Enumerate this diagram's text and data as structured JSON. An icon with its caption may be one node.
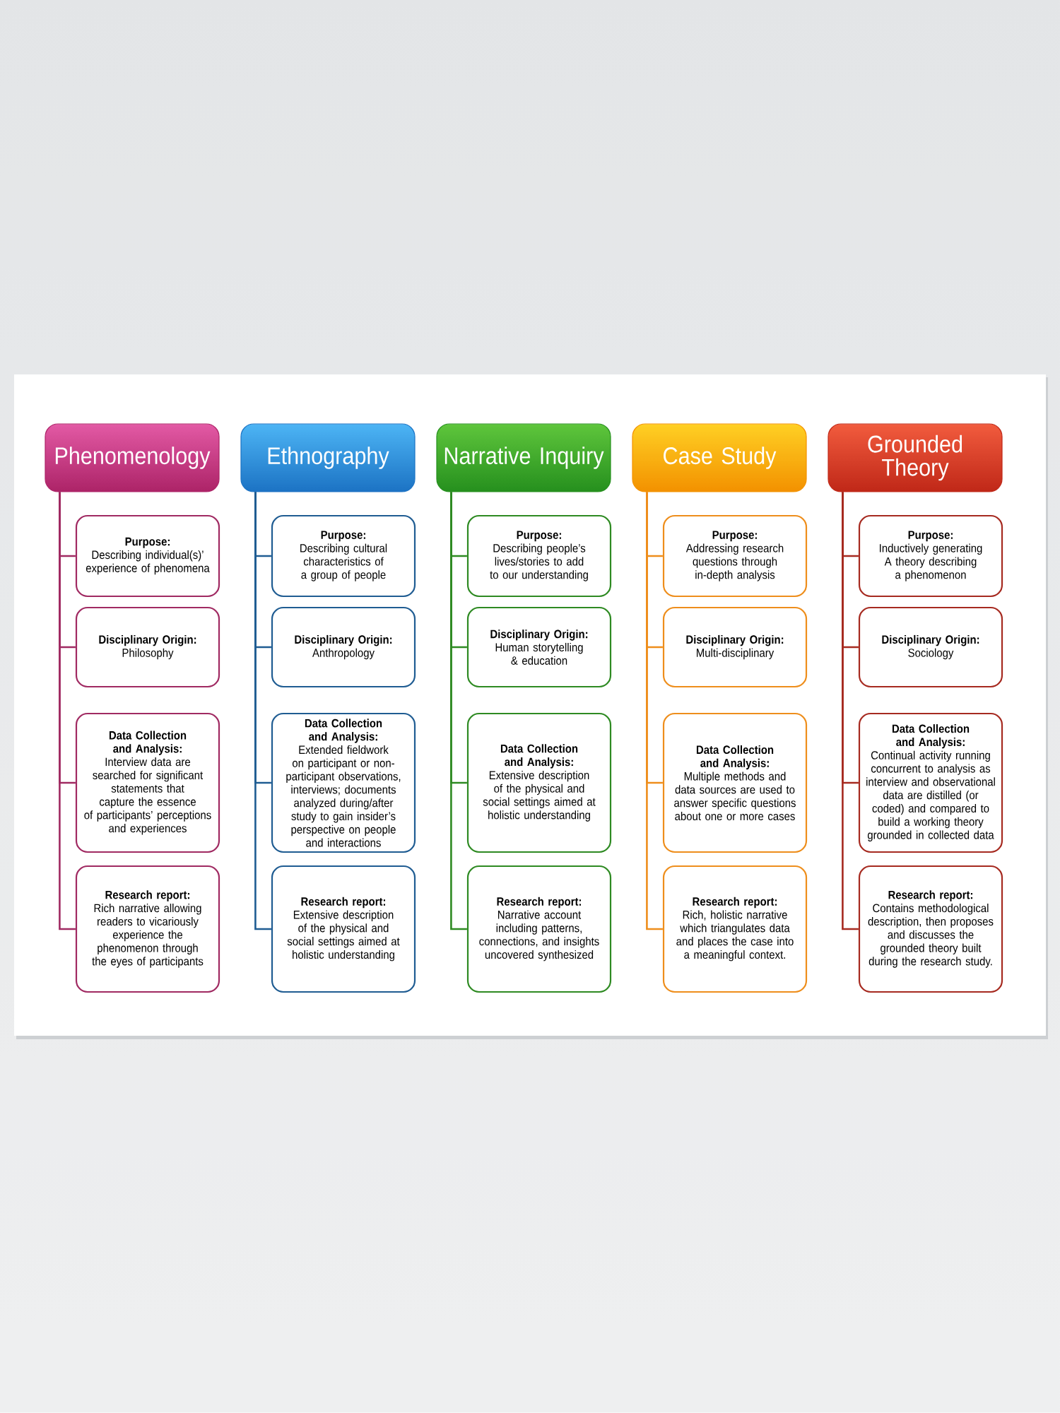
{
  "diagram": {
    "nodes": [
      {
        "text": [
          "Phenomenology"
        ]
      },
      {
        "text": [
          "Purpose:",
          "Describing individual(s)’ experience of phenomena"
        ]
      },
      {
        "text": [
          "Disciplinary Origin:",
          "Philosophy"
        ]
      },
      {
        "text": [
          "Data Collection and Analysis:",
          "Interview data are searched for significant statements that capture the essence of participants’ perceptions and experiences"
        ]
      },
      {
        "text": [
          "Research report:",
          "Rich narrative allowing readers to vicariously experience the phenomenon through the eyes of participants"
        ]
      },
      {
        "text": [
          "Ethnography"
        ]
      },
      {
        "text": [
          "Purpose:",
          "Describing cultural characteristics of a group of people"
        ]
      },
      {
        "text": [
          "Disciplinary Origin:",
          "Anthropology"
        ]
      },
      {
        "text": [
          "Data Collection and Analysis:",
          "Extended fieldwork on participant or non-participant observations, interviews; documents analyzed during/after study to gain insider’s perspective on people and interactions"
        ]
      },
      {
        "text": [
          "Research report:",
          "Extensive description of the physical and social settings aimed at holistic understanding"
        ]
      },
      {
        "text": [
          "Narrative Inquiry"
        ]
      },
      {
        "text": [
          "Purpose:",
          "Describing people’s lives/stories to add to our understanding"
        ]
      },
      {
        "text": [
          "Disciplinary Origin:",
          "Human storytelling & education"
        ]
      },
      {
        "text": [
          "Data Collection and Analysis:",
          "Extensive description of the physical and social settings aimed at holistic understanding"
        ]
      },
      {
        "text": [
          "Research report:",
          "Narrative account including patterns, connections, and insights uncovered synthesized"
        ]
      },
      {
        "text": [
          "Case Study"
        ]
      },
      {
        "text": [
          "Purpose:",
          "Addressing research questions through in-depth analysis"
        ]
      },
      {
        "text": [
          "Disciplinary Origin:",
          "Multi-disciplinary"
        ]
      },
      {
        "text": [
          "Data Collection and Analysis:",
          "Multiple methods and data sources are used to answer specific questions about one or more cases"
        ]
      },
      {
        "text": [
          "Research report:",
          "Rich, holistic narrative which triangulates data and places the case into a meaningful context."
        ]
      },
      {
        "text": [
          "Grounded Theory"
        ]
      },
      {
        "text": [
          "Purpose:",
          "Inductively generating A theory describing a phenomenon"
        ]
      },
      {
        "text": [
          "Disciplinary Origin:",
          "Sociology"
        ]
      },
      {
        "text": [
          "Data Collection and Analysis:",
          "Continual activity running concurrent to analysis as interview and observational data are distilled (or coded) and compared to build a working theory grounded in collected data"
        ]
      },
      {
        "text": [
          "Research report:",
          "Contains methodological description, then proposes and discusses the grounded theory built during the research study."
        ]
      }
    ],
    "edges": [
      {
        "from": 0,
        "to": 1,
        "arrow": "none",
        "color": "#a02a62"
      },
      {
        "from": 0,
        "to": 2,
        "arrow": "none",
        "color": "#a02a62"
      },
      {
        "from": 0,
        "to": 3,
        "arrow": "none",
        "color": "#a02a62"
      },
      {
        "from": 0,
        "to": 4,
        "arrow": "none",
        "color": "#a02a62"
      },
      {
        "from": 5,
        "to": 6,
        "arrow": "none",
        "color": "#1f5c92"
      },
      {
        "from": 5,
        "to": 7,
        "arrow": "none",
        "color": "#1f5c92"
      },
      {
        "from": 5,
        "to": 8,
        "arrow": "none",
        "color": "#1f5c92"
      },
      {
        "from": 5,
        "to": 9,
        "arrow": "none",
        "color": "#1f5c92"
      },
      {
        "from": 10,
        "to": 11,
        "arrow": "none",
        "color": "#2e8a22"
      },
      {
        "from": 10,
        "to": 12,
        "arrow": "none",
        "color": "#2e8a22"
      },
      {
        "from": 10,
        "to": 13,
        "arrow": "none",
        "color": "#2e8a22"
      },
      {
        "from": 10,
        "to": 14,
        "arrow": "none",
        "color": "#2e8a22"
      },
      {
        "from": 15,
        "to": 16,
        "arrow": "none",
        "color": "#ee8e1c"
      },
      {
        "from": 15,
        "to": 17,
        "arrow": "none",
        "color": "#ee8e1c"
      },
      {
        "from": 15,
        "to": 18,
        "arrow": "none",
        "color": "#ee8e1c"
      },
      {
        "from": 15,
        "to": 19,
        "arrow": "none",
        "color": "#ee8e1c"
      },
      {
        "from": 20,
        "to": 21,
        "arrow": "none",
        "color": "#a62a20"
      },
      {
        "from": 20,
        "to": 22,
        "arrow": "none",
        "color": "#a62a20"
      },
      {
        "from": 20,
        "to": 23,
        "arrow": "none",
        "color": "#a62a20"
      },
      {
        "from": 20,
        "to": 24,
        "arrow": "none",
        "color": "#a62a20"
      }
    ]
  }
}
